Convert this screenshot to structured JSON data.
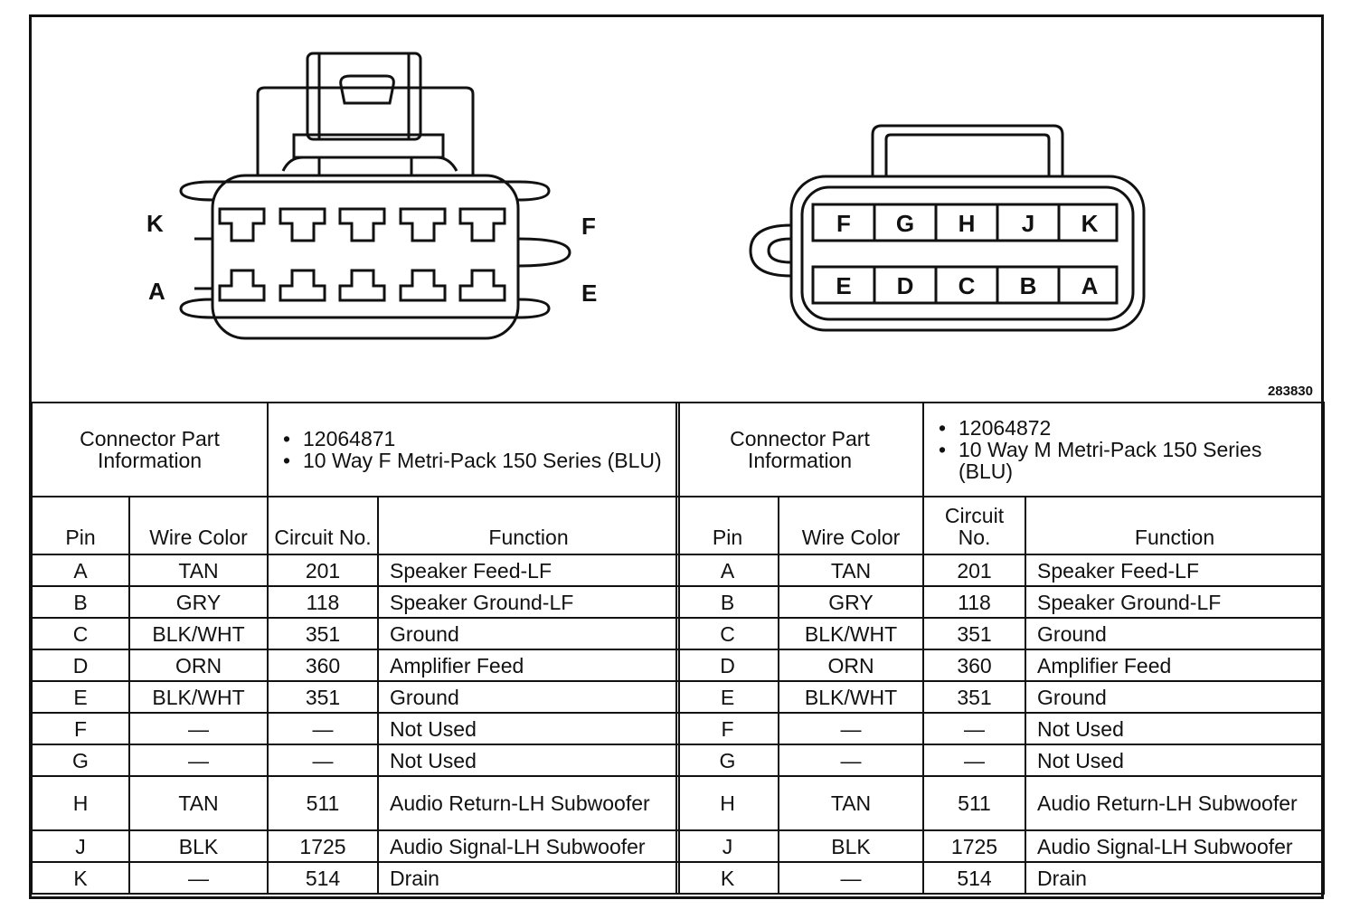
{
  "figure_id": "283830",
  "connectors": [
    {
      "side": "female",
      "diagram_labels": {
        "top_left": "K",
        "bottom_left": "A",
        "top_right": "F",
        "bottom_right": "E"
      },
      "part_info_label": "Connector Part Information",
      "part_number": "12064871",
      "description": "10 Way F Metri-Pack 150 Series (BLU)",
      "headers": {
        "pin": "Pin",
        "wire_color": "Wire Color",
        "circuit": "Circuit No.",
        "function": "Function"
      },
      "rows": [
        {
          "pin": "A",
          "color": "TAN",
          "circuit": "201",
          "function": "Speaker Feed-LF"
        },
        {
          "pin": "B",
          "color": "GRY",
          "circuit": "118",
          "function": "Speaker Ground-LF"
        },
        {
          "pin": "C",
          "color": "BLK/WHT",
          "circuit": "351",
          "function": "Ground"
        },
        {
          "pin": "D",
          "color": "ORN",
          "circuit": "360",
          "function": "Amplifier Feed"
        },
        {
          "pin": "E",
          "color": "BLK/WHT",
          "circuit": "351",
          "function": "Ground"
        },
        {
          "pin": "F",
          "color": "—",
          "circuit": "—",
          "function": "Not Used"
        },
        {
          "pin": "G",
          "color": "—",
          "circuit": "—",
          "function": "Not Used"
        },
        {
          "pin": "H",
          "color": "TAN",
          "circuit": "511",
          "function": "Audio Return-LH Subwoofer"
        },
        {
          "pin": "J",
          "color": "BLK",
          "circuit": "1725",
          "function": "Audio Signal-LH Subwoofer"
        },
        {
          "pin": "K",
          "color": "—",
          "circuit": "514",
          "function": "Drain"
        }
      ]
    },
    {
      "side": "male",
      "diagram_labels": {
        "top_row": [
          "F",
          "G",
          "H",
          "J",
          "K"
        ],
        "bottom_row": [
          "E",
          "D",
          "C",
          "B",
          "A"
        ]
      },
      "part_info_label": "Connector Part Information",
      "part_number": "12064872",
      "description": "10 Way M Metri-Pack 150 Series (BLU)",
      "headers": {
        "pin": "Pin",
        "wire_color": "Wire Color",
        "circuit": "Circuit No.",
        "function": "Function"
      },
      "rows": [
        {
          "pin": "A",
          "color": "TAN",
          "circuit": "201",
          "function": "Speaker Feed-LF"
        },
        {
          "pin": "B",
          "color": "GRY",
          "circuit": "118",
          "function": "Speaker Ground-LF"
        },
        {
          "pin": "C",
          "color": "BLK/WHT",
          "circuit": "351",
          "function": "Ground"
        },
        {
          "pin": "D",
          "color": "ORN",
          "circuit": "360",
          "function": "Amplifier Feed"
        },
        {
          "pin": "E",
          "color": "BLK/WHT",
          "circuit": "351",
          "function": "Ground"
        },
        {
          "pin": "F",
          "color": "—",
          "circuit": "—",
          "function": "Not Used"
        },
        {
          "pin": "G",
          "color": "—",
          "circuit": "—",
          "function": "Not Used"
        },
        {
          "pin": "H",
          "color": "TAN",
          "circuit": "511",
          "function": "Audio Return-LH Subwoofer"
        },
        {
          "pin": "J",
          "color": "BLK",
          "circuit": "1725",
          "function": "Audio Signal-LH Subwoofer"
        },
        {
          "pin": "K",
          "color": "—",
          "circuit": "514",
          "function": "Drain"
        }
      ]
    }
  ]
}
